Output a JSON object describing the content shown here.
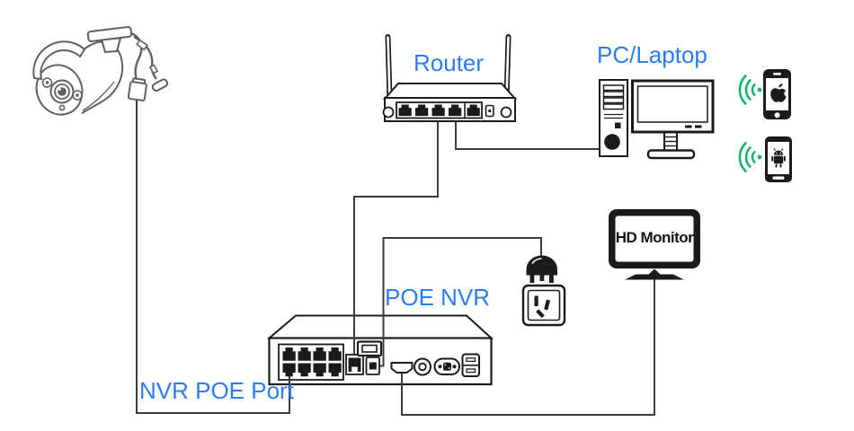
{
  "labels": {
    "router": "Router",
    "pc_laptop": "PC/Laptop",
    "poe_nvr": "POE NVR",
    "nvr_poe_port": "NVR POE Port",
    "hd_monitor": "HD Monitor"
  },
  "colors": {
    "label_blue": "#2b7cf5",
    "wifi_green": "#1db36e",
    "line_ink": "#3c3c3c",
    "device_ink": "#1b1b1b",
    "camera_ink": "#606060",
    "background": "#ffffff"
  },
  "icons": [
    "ip-camera-icon",
    "router-icon",
    "desktop-pc-icon",
    "wifi-signal-icon",
    "iphone-icon",
    "android-phone-icon",
    "hd-monitor-icon",
    "power-plug-icon",
    "wall-outlet-icon",
    "poe-nvr-icon"
  ],
  "counts": {
    "nvr_poe_ports": 8,
    "router_lan_ports": 5
  },
  "connections": [
    {
      "from": "ip-camera",
      "to": "nvr-poe-port"
    },
    {
      "from": "router-lan-port",
      "to": "nvr-network-port"
    },
    {
      "from": "router-lan-port",
      "to": "desktop-pc"
    },
    {
      "from": "nvr-power-port",
      "to": "power-plug"
    },
    {
      "from": "nvr-hdmi-port",
      "to": "hd-monitor"
    }
  ]
}
